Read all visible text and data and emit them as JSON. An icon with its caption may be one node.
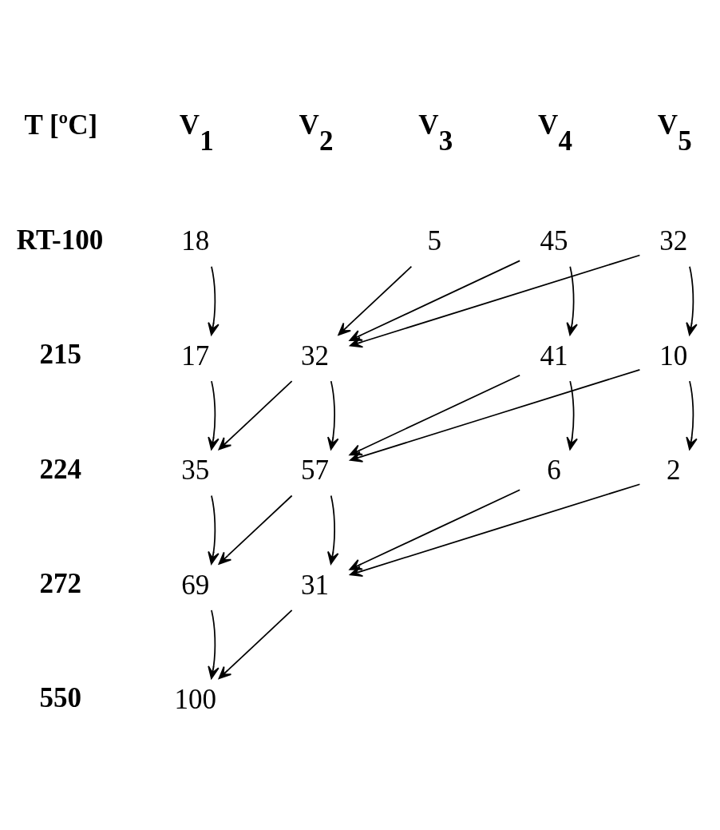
{
  "diagram": {
    "nodes": [
      {
        "text": [
          "18"
        ]
      },
      {
        "text": [
          "5"
        ]
      },
      {
        "text": [
          "45"
        ]
      },
      {
        "text": [
          "32"
        ]
      },
      {
        "text": [
          "17"
        ]
      },
      {
        "text": [
          "32"
        ]
      },
      {
        "text": [
          "41"
        ]
      },
      {
        "text": [
          "10"
        ]
      },
      {
        "text": [
          "35"
        ]
      },
      {
        "text": [
          "57"
        ]
      },
      {
        "text": [
          "6"
        ]
      },
      {
        "text": [
          "2"
        ]
      },
      {
        "text": [
          "69"
        ]
      },
      {
        "text": [
          "31"
        ]
      },
      {
        "text": [
          "100"
        ]
      }
    ],
    "edges": [
      {
        "from": 0,
        "to": 4,
        "arrow": "to"
      },
      {
        "from": 1,
        "to": 5,
        "arrow": "to"
      },
      {
        "from": 2,
        "to": 5,
        "arrow": "to"
      },
      {
        "from": 2,
        "to": 6,
        "arrow": "to"
      },
      {
        "from": 3,
        "to": 5,
        "arrow": "to"
      },
      {
        "from": 3,
        "to": 7,
        "arrow": "to"
      },
      {
        "from": 4,
        "to": 8,
        "arrow": "to"
      },
      {
        "from": 5,
        "to": 8,
        "arrow": "to"
      },
      {
        "from": 5,
        "to": 9,
        "arrow": "to"
      },
      {
        "from": 6,
        "to": 9,
        "arrow": "to"
      },
      {
        "from": 6,
        "to": 10,
        "arrow": "to"
      },
      {
        "from": 7,
        "to": 9,
        "arrow": "to"
      },
      {
        "from": 7,
        "to": 11,
        "arrow": "to"
      },
      {
        "from": 8,
        "to": 12,
        "arrow": "to"
      },
      {
        "from": 9,
        "to": 12,
        "arrow": "to"
      },
      {
        "from": 9,
        "to": 13,
        "arrow": "to"
      },
      {
        "from": 10,
        "to": 13,
        "arrow": "to"
      },
      {
        "from": 11,
        "to": 13,
        "arrow": "to"
      },
      {
        "from": 12,
        "to": 14,
        "arrow": "to"
      },
      {
        "from": 13,
        "to": 14,
        "arrow": "to"
      }
    ],
    "labels": [
      "T [ºC]",
      "V$_{1}$",
      "V$_{2}$",
      "V$_{3}$",
      "V$_{4}$",
      "V$_{5}$",
      "RT-100",
      "215",
      "224",
      "272",
      "550"
    ]
  }
}
